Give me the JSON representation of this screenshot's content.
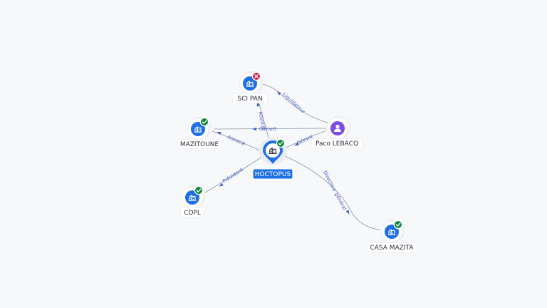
{
  "colors": {
    "company": "#1f6fe5",
    "person": "#7b4fe0",
    "active": "#14873d",
    "closed": "#d42350",
    "edge": "#8a94a6",
    "edge_label": "#4a5fc1"
  },
  "nodes": [
    {
      "id": "hoctopus",
      "label": "HOCTOPUS",
      "kind": "company",
      "status": "active",
      "main": true,
      "icon": "building-icon"
    },
    {
      "id": "sci-pan",
      "label": "SCI PAN",
      "kind": "company",
      "status": "closed",
      "icon": "building-icon"
    },
    {
      "id": "mazitoune",
      "label": "MAZITOUNE",
      "kind": "company",
      "status": "active",
      "icon": "building-icon"
    },
    {
      "id": "cdpl",
      "label": "CDPL",
      "kind": "company",
      "status": "active",
      "icon": "building-icon"
    },
    {
      "id": "casa-mazita",
      "label": "CASA MAZITA",
      "kind": "company",
      "status": "active",
      "icon": "building-icon"
    },
    {
      "id": "paco-lebacq",
      "label": "Paco LEBACQ",
      "kind": "person",
      "status": "none",
      "icon": "person-icon"
    }
  ],
  "edges": [
    {
      "id": "e-associe-scipan",
      "from": "hoctopus",
      "to": "sci-pan",
      "label": "Associé"
    },
    {
      "id": "e-associe-mazitoune",
      "from": "hoctopus",
      "to": "mazitoune",
      "label": "Associé"
    },
    {
      "id": "e-president-cdpl",
      "from": "hoctopus",
      "to": "cdpl",
      "label": "Président"
    },
    {
      "id": "e-dg-casa",
      "from": "hoctopus",
      "to": "casa-mazita",
      "label": "Directeur général"
    },
    {
      "id": "e-gerant-hoctopus",
      "from": "paco-lebacq",
      "to": "hoctopus",
      "label": "Gérant"
    },
    {
      "id": "e-gerant-mazitoune",
      "from": "paco-lebacq",
      "to": "mazitoune",
      "label": "Gérant"
    },
    {
      "id": "e-liquidateur-scipan",
      "from": "paco-lebacq",
      "to": "sci-pan",
      "label": "Liquidateur"
    }
  ]
}
